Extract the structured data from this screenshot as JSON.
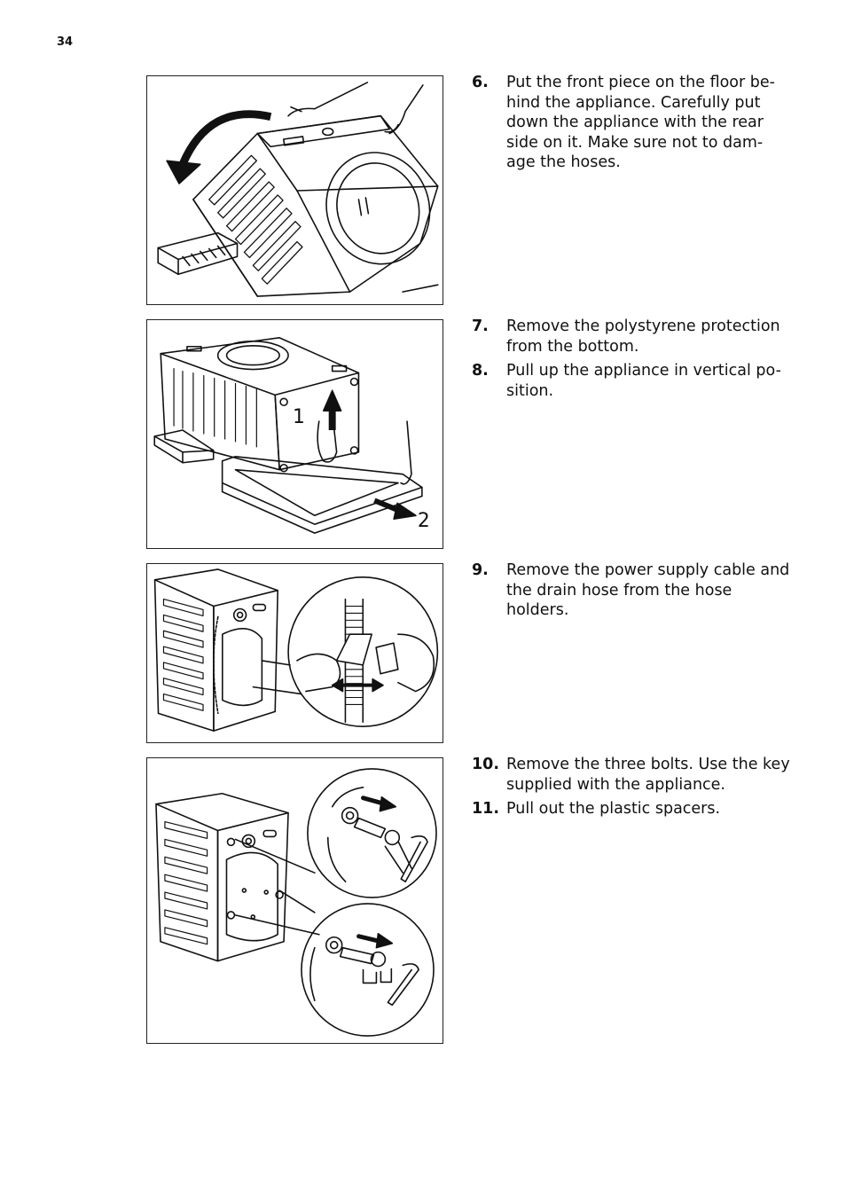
{
  "page": {
    "number": "34"
  },
  "sections": [
    {
      "steps": [
        {
          "num": "6.",
          "text": "Put the front piece on the floor be-hind the appliance. Carefully put down the appliance with the rear side on it. Make sure not to dam-age the hoses."
        }
      ]
    },
    {
      "steps": [
        {
          "num": "7.",
          "text": "Remove the polystyrene protection from the bottom."
        },
        {
          "num": "8.",
          "text": "Pull up the appliance in vertical po-sition."
        }
      ],
      "figure_labels": {
        "one": "1",
        "two": "2"
      }
    },
    {
      "steps": [
        {
          "num": "9.",
          "text": "Remove the power supply cable and the drain hose from the hose holders."
        }
      ]
    },
    {
      "steps": [
        {
          "num": "10.",
          "text": "Remove the three bolts. Use the key supplied with the appliance."
        },
        {
          "num": "11.",
          "text": "Pull out the plastic spacers."
        }
      ]
    }
  ]
}
